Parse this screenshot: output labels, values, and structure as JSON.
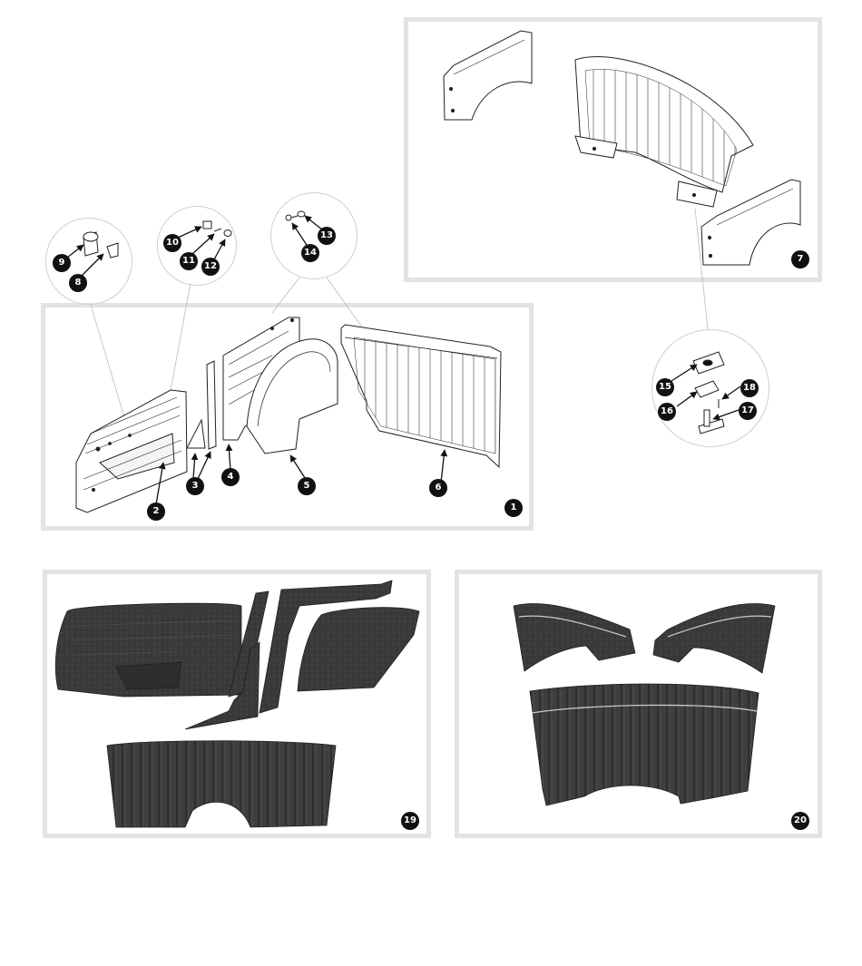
{
  "callouts": {
    "c1": "1",
    "c2": "2",
    "c3": "3",
    "c4": "4",
    "c5": "5",
    "c6": "6",
    "c7": "7",
    "c8": "8",
    "c9": "9",
    "c10": "10",
    "c11": "11",
    "c12": "12",
    "c13": "13",
    "c14": "14",
    "c15": "15",
    "c16": "16",
    "c17": "17",
    "c18": "18",
    "c19": "19",
    "c20": "20"
  },
  "colors": {
    "frame_border": "#e3e3e3",
    "linework": "#222222",
    "badge_fill": "#111111",
    "trim_dark": "#3a3a3a"
  },
  "icons": {
    "badge": "numbered-callout-circle",
    "arrow": "leader-arrow"
  }
}
